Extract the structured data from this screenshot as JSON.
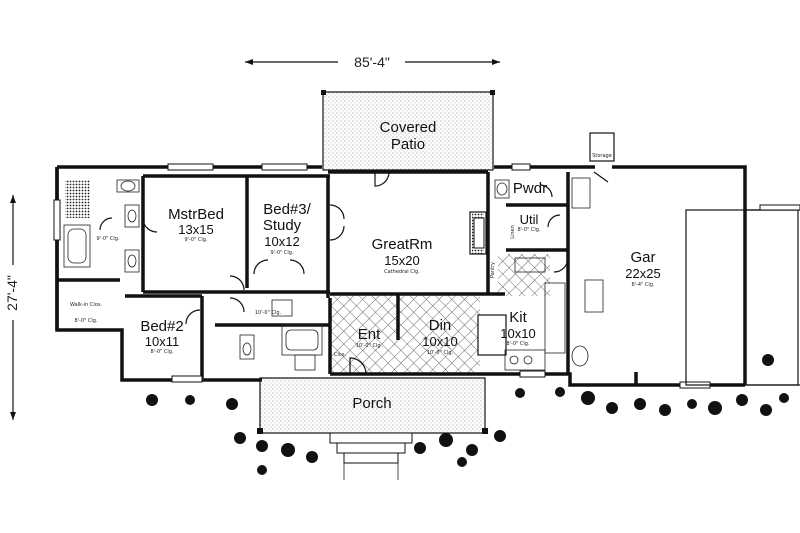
{
  "dimensions": {
    "width": "85'-4\"",
    "depth": "27'-4\""
  },
  "rooms": {
    "patio": {
      "name": "Covered",
      "name2": "Patio"
    },
    "master": {
      "name": "MstrBed",
      "size": "13x15",
      "ceiling": "9'-0\" Clg."
    },
    "bed3": {
      "name": "Bed#3/",
      "name2": "Study",
      "size": "10x12",
      "ceiling": "9'-0\" Clg."
    },
    "great": {
      "name": "GreatRm",
      "size": "15x20",
      "ceiling": "Cathedral Clg."
    },
    "pwdr": {
      "name": "Pwdr"
    },
    "util": {
      "name": "Util",
      "ceiling": "8'-0\" Clg."
    },
    "garage": {
      "name": "Gar",
      "size": "22x25",
      "ceiling": "8'-4\" Clg."
    },
    "bed2": {
      "name": "Bed#2",
      "size": "10x11",
      "ceiling": "8'-0\" Clg."
    },
    "entry": {
      "name": "Ent",
      "ceiling": "10'-0\" Clg."
    },
    "dining": {
      "name": "Din",
      "size": "10x10",
      "ceiling": "10'-0\" Clg."
    },
    "kitchen": {
      "name": "Kit",
      "size": "10x10",
      "ceiling": "8'-0\" Clg."
    },
    "porch": {
      "name": "Porch"
    }
  },
  "labels": {
    "master_bath_ceiling": "9'-0\" Clg.",
    "walkin": "Walk-in Clos.",
    "walkin_ceiling": "8'-0\" Clg.",
    "hall_ceiling": "10'-0\" Clg.",
    "storage": "Storage",
    "linen": "Linen",
    "pantry": "Pantry",
    "closet": "Clos."
  }
}
